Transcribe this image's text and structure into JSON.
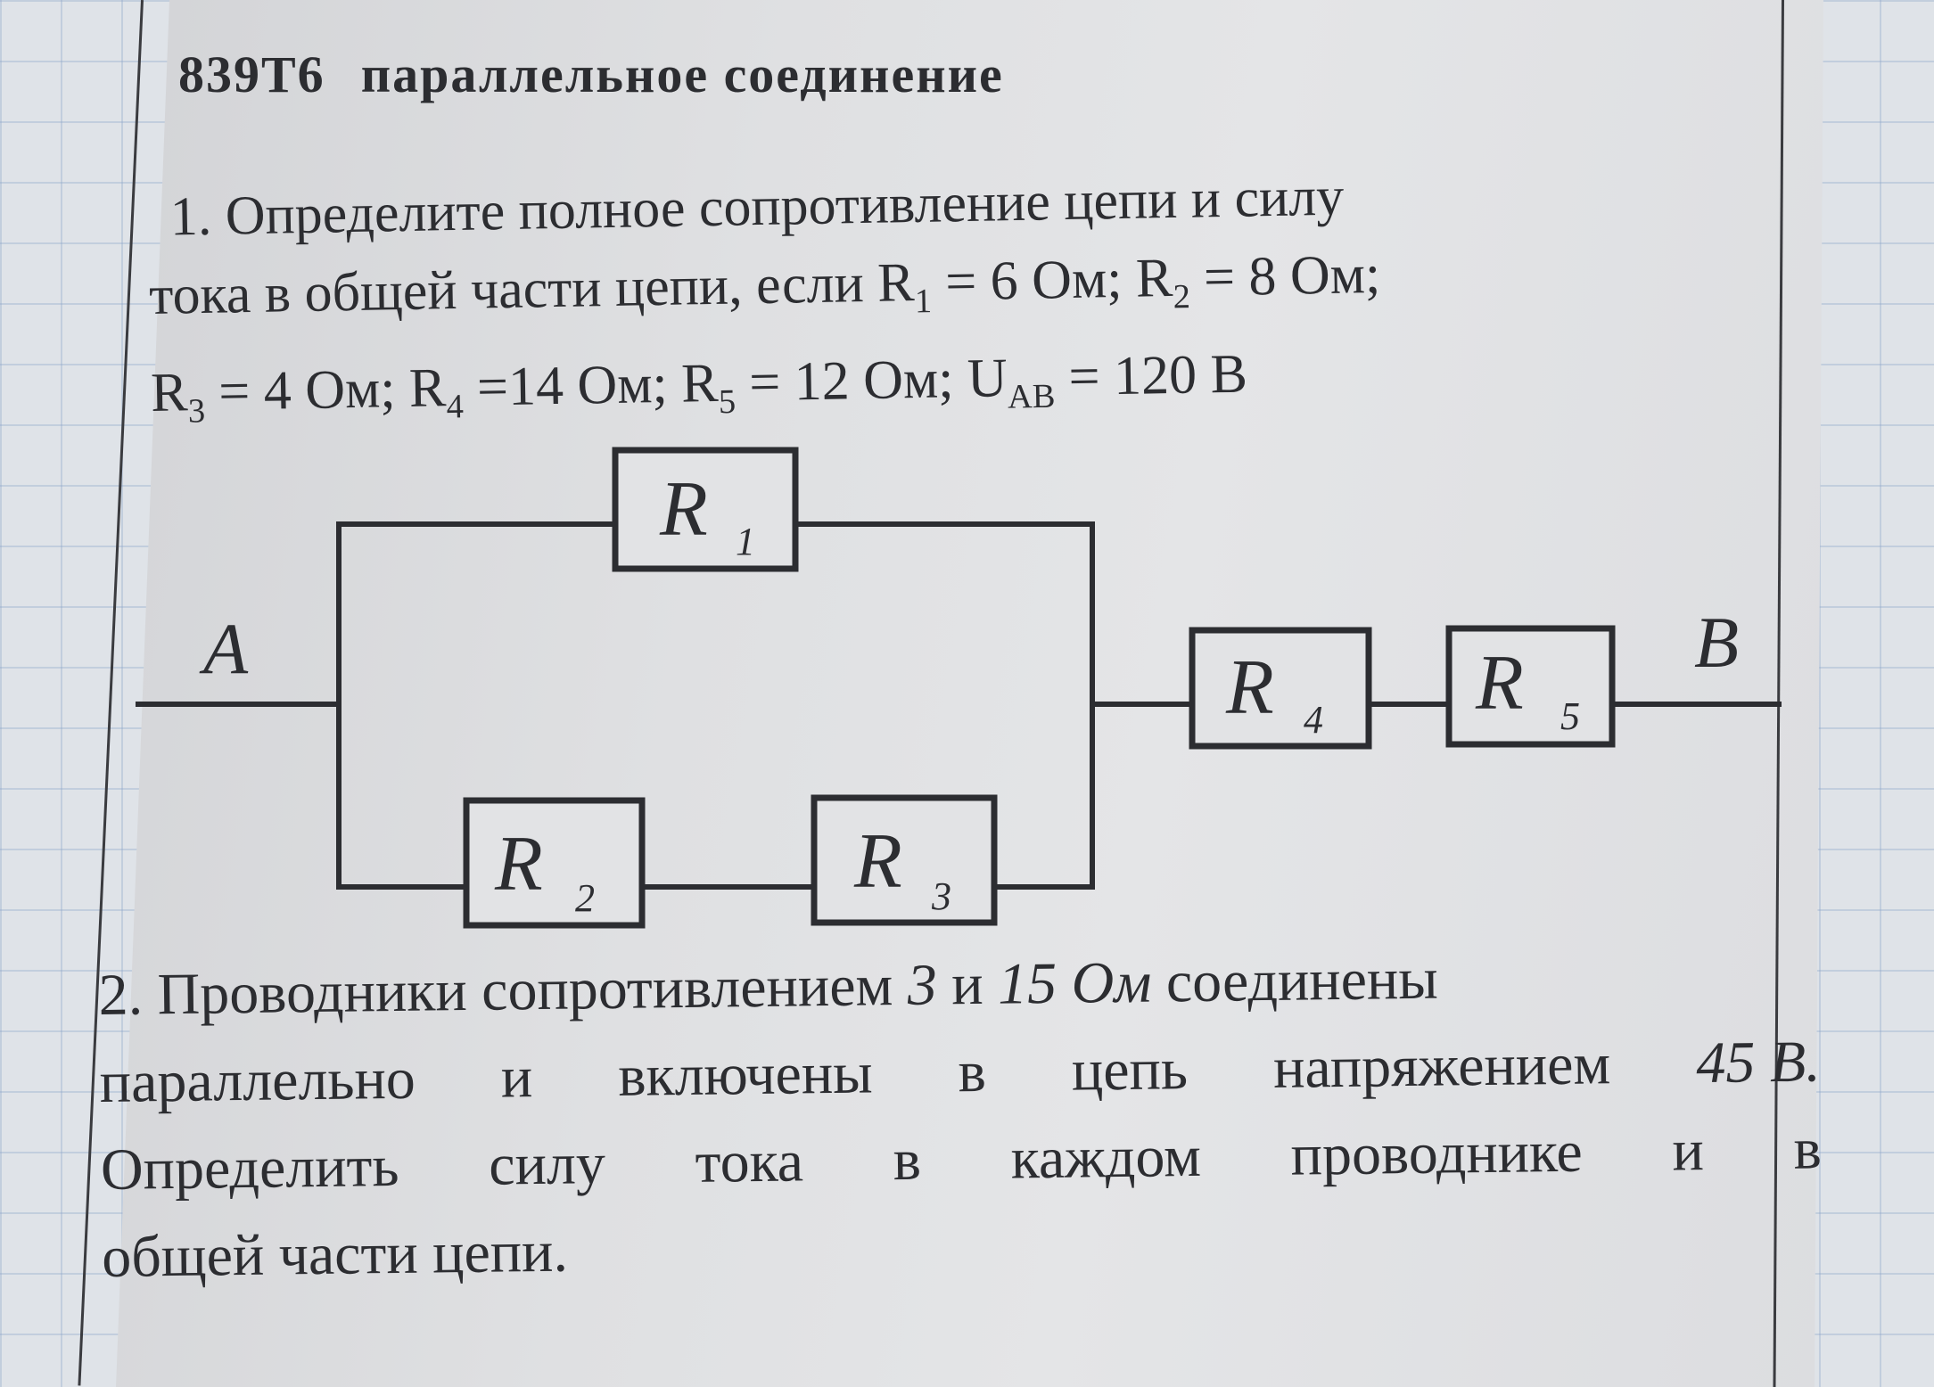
{
  "heading": {
    "code": "839Т6",
    "title": "параллельное соединение"
  },
  "problem1": {
    "line1": "1. Определите полное сопротивление цепи и силу",
    "line2_text": "тока в общей части цепи, если ",
    "r1_label": "R",
    "r1_sub": "1",
    "r1_value": " = 6 Ом; ",
    "r2_label": "R",
    "r2_sub": "2",
    "r2_value": " = 8 Ом;",
    "r3_label": "R",
    "r3_sub": "3",
    "r3_value": " = 4 Ом; ",
    "r4_label": "R",
    "r4_sub": "4",
    "r4_value": " =14 Ом; ",
    "r5_label": "R",
    "r5_sub": "5",
    "r5_value": " = 12 Ом; ",
    "u_label": "U",
    "u_sub": "AB",
    "u_value": " = 120 В"
  },
  "circuit": {
    "node_a": "A",
    "node_b": "B",
    "resistors": [
      {
        "letter": "R",
        "sub": "1"
      },
      {
        "letter": "R",
        "sub": "2"
      },
      {
        "letter": "R",
        "sub": "3"
      },
      {
        "letter": "R",
        "sub": "4"
      },
      {
        "letter": "R",
        "sub": "5"
      }
    ]
  },
  "problem2": {
    "l1_a": "2. Проводники сопротивлением ",
    "l1_v1": "3",
    "l1_b": " и ",
    "l1_v2": "15 Ом",
    "l1_c": " соединены",
    "l2_words": [
      "параллельно",
      "и",
      "включены",
      "в",
      "цепь",
      "напряжением"
    ],
    "l2_value": "45 В.",
    "l3_words": [
      "Определить",
      "силу",
      "тока",
      "в",
      "каждом",
      "проводнике",
      "и",
      "в"
    ],
    "l4": "общей части цепи."
  }
}
